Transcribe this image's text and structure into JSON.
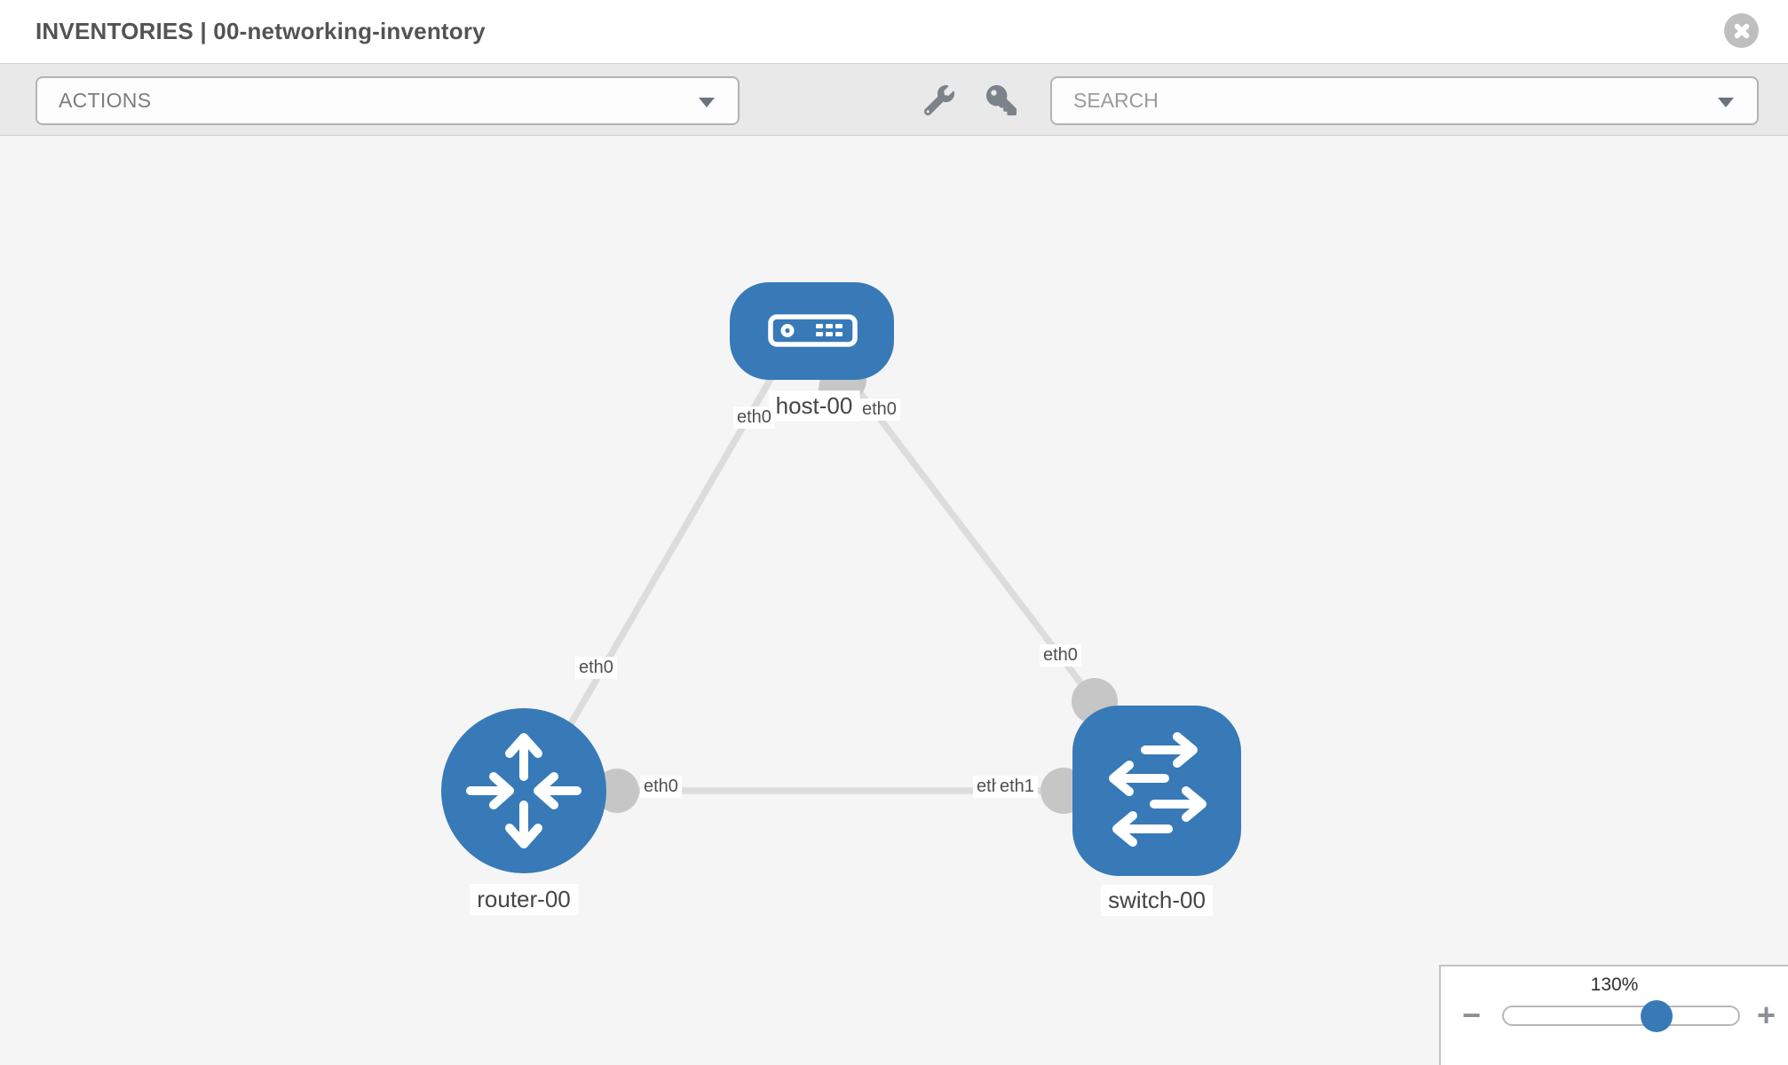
{
  "header": {
    "title": "INVENTORIES | 00-networking-inventory"
  },
  "toolbar": {
    "actions": {
      "label": "ACTIONS"
    },
    "search": {
      "placeholder": "SEARCH"
    },
    "icons": [
      "wrench",
      "key"
    ]
  },
  "topology": {
    "nodes": [
      {
        "id": "host-00",
        "type": "host",
        "label": "host-00"
      },
      {
        "id": "router-00",
        "type": "router",
        "label": "router-00"
      },
      {
        "id": "switch-00",
        "type": "switch",
        "label": "switch-00"
      }
    ],
    "links": [
      {
        "source": "host-00",
        "target": "router-00",
        "source_interface": "eth0",
        "target_interface": "eth0"
      },
      {
        "source": "host-00",
        "target": "switch-00",
        "source_interface": "eth0",
        "target_interface": "eth0"
      },
      {
        "source": "router-00",
        "target": "switch-00",
        "source_interface": "eth0",
        "target_interface": "eth1"
      }
    ],
    "overlapping_interface_label": "eth0"
  },
  "zoom_control": {
    "value": "130%",
    "minus_label": "−",
    "plus_label": "+"
  },
  "colors": {
    "node_fill": "#377ab7",
    "accent_blue": "#377ab7",
    "link": "#dcdcdc",
    "interface_dot": "#c6c6c6",
    "toolbar_bg": "#e9e9e9",
    "canvas_bg": "#f5f5f5"
  }
}
